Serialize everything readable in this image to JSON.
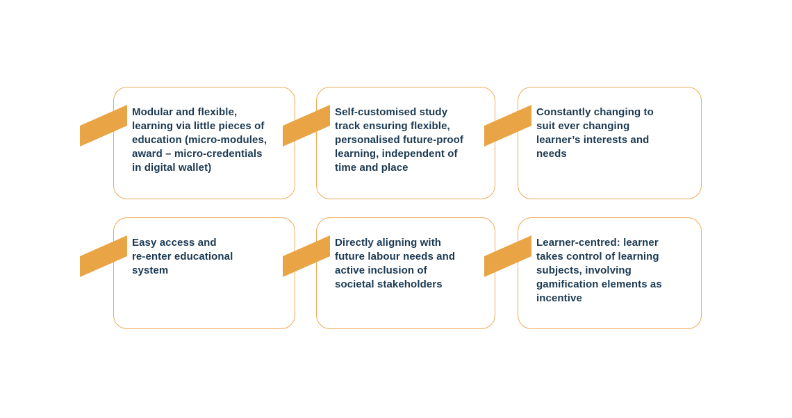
{
  "colors": {
    "accent_orange": "#E9A445",
    "card_border": "#F0A855",
    "text_navy": "#1B3A52",
    "background": "#FFFFFF"
  },
  "cards": [
    {
      "lines": [
        "Modular and flexible,",
        "learning via little pieces of",
        "education (micro-modules,",
        "award – micro-credentials",
        "in digital wallet)"
      ]
    },
    {
      "lines": [
        "Self-customised study",
        "track ensuring flexible,",
        "personalised future-proof",
        "learning, independent of",
        "time and place"
      ]
    },
    {
      "lines": [
        "Constantly changing to",
        "suit ever changing",
        "learner’s interests and",
        "needs"
      ]
    },
    {
      "lines": [
        "Easy access and",
        "re-enter educational",
        "system"
      ]
    },
    {
      "lines": [
        "Directly aligning with",
        "future labour needs and",
        "active inclusion of",
        "societal stakeholders"
      ]
    },
    {
      "lines": [
        "Learner-centred: learner",
        "takes control of learning",
        "subjects, involving",
        "gamification elements as",
        "incentive"
      ]
    }
  ]
}
